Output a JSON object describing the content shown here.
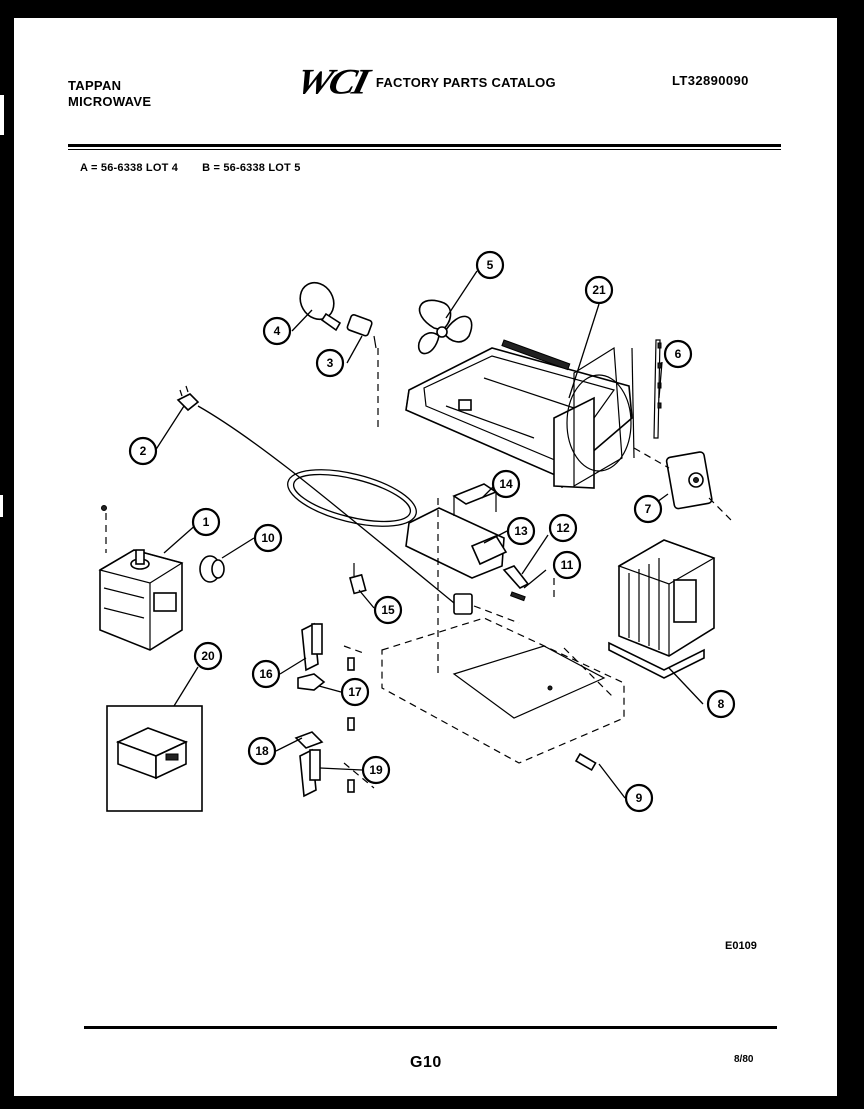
{
  "header": {
    "brand_line1": "TAPPAN",
    "brand_line2": "MICROWAVE",
    "logo": "WCI",
    "catalog_title": "FACTORY PARTS CATALOG",
    "model_number": "LT32890090"
  },
  "lots": {
    "a": "A = 56-6338 LOT 4",
    "b": "B = 56-6338 LOT 5"
  },
  "callouts": [
    "1",
    "2",
    "3",
    "4",
    "5",
    "6",
    "7",
    "8",
    "9",
    "10",
    "11",
    "12",
    "13",
    "14",
    "15",
    "16",
    "17",
    "18",
    "19",
    "20",
    "21"
  ],
  "footer": {
    "diagram_code": "E0109",
    "page_number": "G10",
    "date": "8/80"
  }
}
